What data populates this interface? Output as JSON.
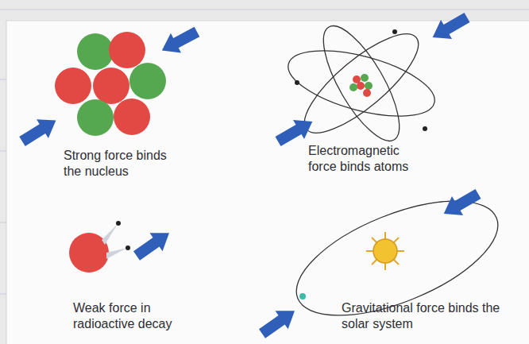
{
  "diagram": {
    "labels": [
      "Strong force binds the nucleus",
      "Electromagnetic force binds atoms",
      "Weak force in radioactive decay",
      "Gravitational force binds the solar system"
    ]
  }
}
